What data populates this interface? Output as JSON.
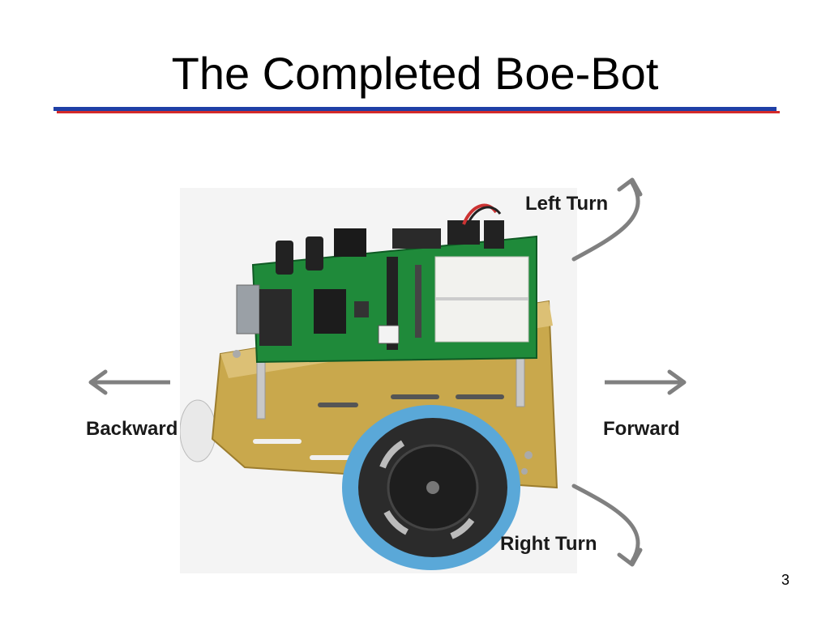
{
  "slide": {
    "title": "The Completed Boe-Bot",
    "page_number": "3"
  },
  "labels": {
    "left_turn": "Left Turn",
    "right_turn": "Right Turn",
    "backward": "Backward",
    "forward": "Forward"
  },
  "colors": {
    "title_rule_top": "#1f3fa6",
    "title_rule_bottom": "#d42a2a",
    "arrow": "#808080",
    "wheel_tire": "#5aa8d8",
    "chassis": "#c9a84c",
    "board": "#1f8a3a"
  }
}
